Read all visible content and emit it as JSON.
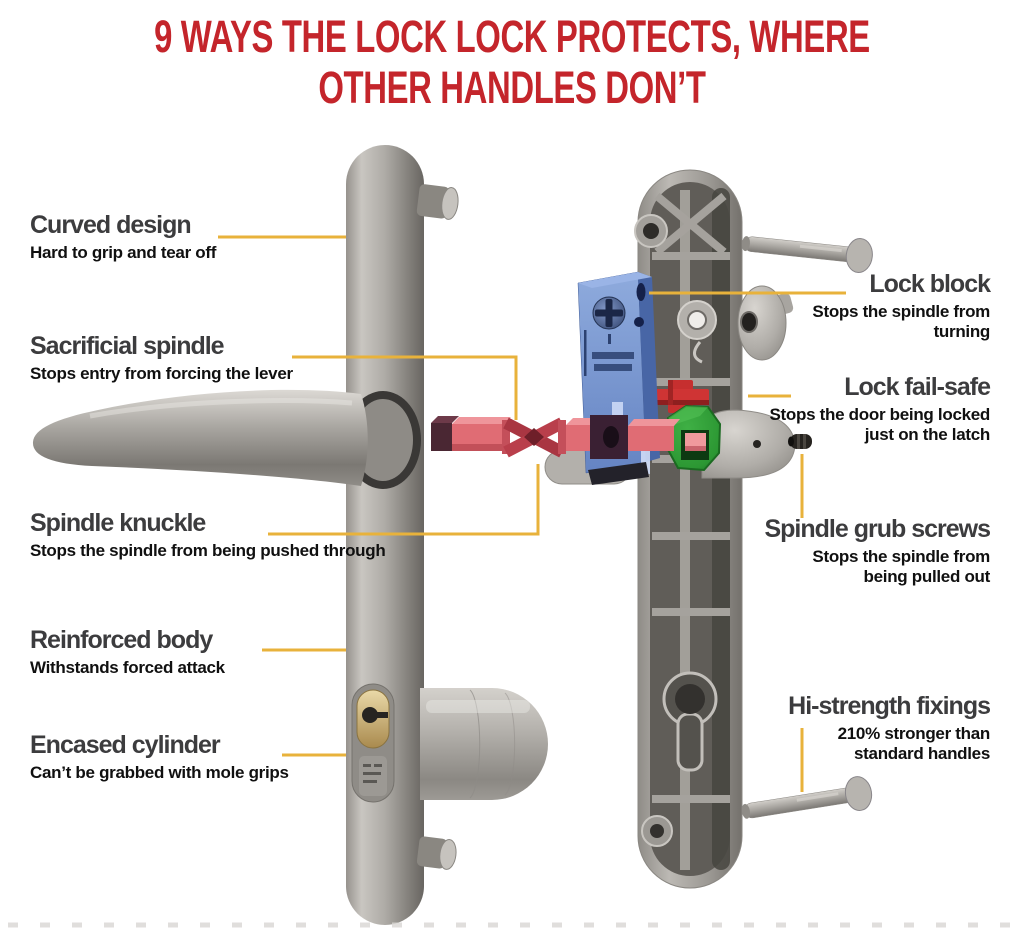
{
  "title": {
    "line1": "9 WAYS THE LOCK LOCK PROTECTS, WHERE",
    "line2": "OTHER HANDLES DON’T"
  },
  "callouts": {
    "left": [
      {
        "heading": "Curved design",
        "caption": "Hard to grip and tear off"
      },
      {
        "heading": "Sacrificial spindle",
        "caption": "Stops entry from forcing the lever"
      },
      {
        "heading": "Spindle knuckle",
        "caption": "Stops the spindle from being pushed through"
      },
      {
        "heading": "Reinforced body",
        "caption": "Withstands forced attack"
      },
      {
        "heading": "Encased cylinder",
        "caption": "Can’t be grabbed with mole grips"
      }
    ],
    "right": [
      {
        "heading": "Lock block",
        "caption": "Stops the spindle from turning"
      },
      {
        "heading": "Lock fail-safe",
        "caption": "Stops the door being locked just on the latch"
      },
      {
        "heading": "Spindle grub screws",
        "caption": "Stops the spindle from being pulled out"
      },
      {
        "heading": "Hi-strength fixings",
        "caption": "210% stronger than standard handles"
      }
    ]
  },
  "colors": {
    "title_red": "#c4252b",
    "heading_gray": "#3c3c3e",
    "caption_black": "#101010",
    "leader_yellow": "#e8b23b",
    "spindle_red": "#e06c74",
    "fail_safe_red": "#c62f2f",
    "lock_block_blue": "#7a9ad6",
    "grub_block_green": "#2c9733",
    "metal_gray": "#a5a29d",
    "brass": "#c9ab6b"
  },
  "diagram": {
    "parts": [
      "front-handle-plate",
      "door-lever-handle",
      "lever-rosette",
      "plate-top-peg",
      "plate-bottom-peg",
      "keyhole",
      "euro-cylinder-body",
      "lock-block",
      "lock-block-screw",
      "sacrificial-spindle",
      "spindle-knuckle-joint",
      "spindle-hub",
      "lock-fail-safe-cam",
      "spindle-grub-screw-block",
      "spindle-grub-screw",
      "rear-handle-plate",
      "rear-plate-cylinder-cutout",
      "lever-hub-dome",
      "spindle-end-cap",
      "fixing-bolt-top",
      "fixing-bolt-bottom"
    ]
  }
}
